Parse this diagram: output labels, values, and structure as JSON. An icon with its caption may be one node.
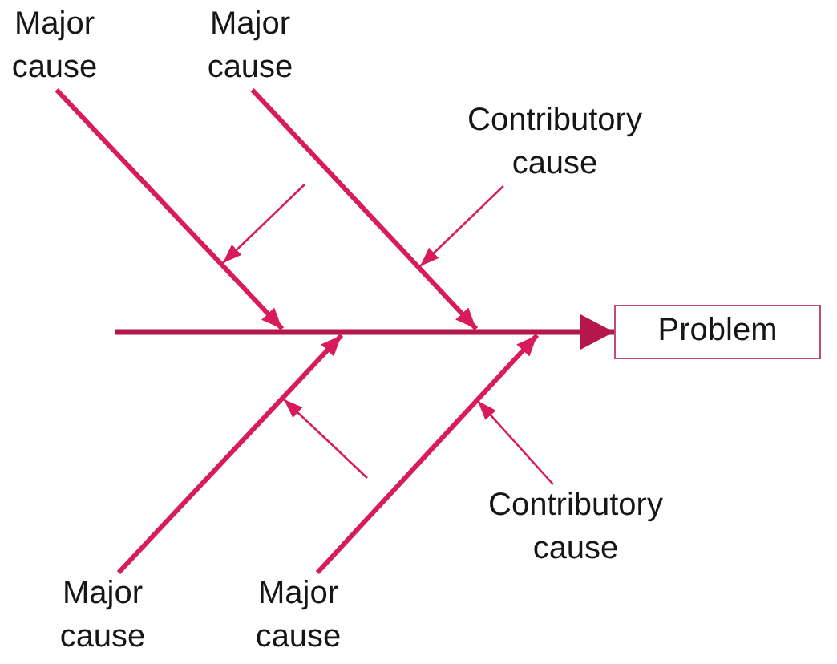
{
  "diagram": {
    "nodes": [
      {
        "text": [
          "Major cause"
        ]
      },
      {
        "text": [
          "Major cause"
        ]
      },
      {
        "text": [
          "Contributory cause"
        ]
      },
      {
        "text": [
          "Problem"
        ]
      },
      {
        "text": [
          "Contributory cause"
        ]
      },
      {
        "text": [
          "Major cause"
        ]
      },
      {
        "text": [
          "Major cause"
        ]
      }
    ],
    "edges": [
      {
        "from": 0,
        "to": null,
        "arrow": "to"
      },
      {
        "from": 1,
        "to": null,
        "arrow": "to"
      },
      {
        "from": 2,
        "to": null,
        "arrow": "to"
      },
      {
        "from": null,
        "to": 3,
        "arrow": "to",
        "color": "#b3174b"
      },
      {
        "from": 4,
        "to": null,
        "arrow": "to"
      },
      {
        "from": 5,
        "to": null,
        "arrow": "to"
      },
      {
        "from": 6,
        "to": null,
        "arrow": "to"
      }
    ]
  }
}
